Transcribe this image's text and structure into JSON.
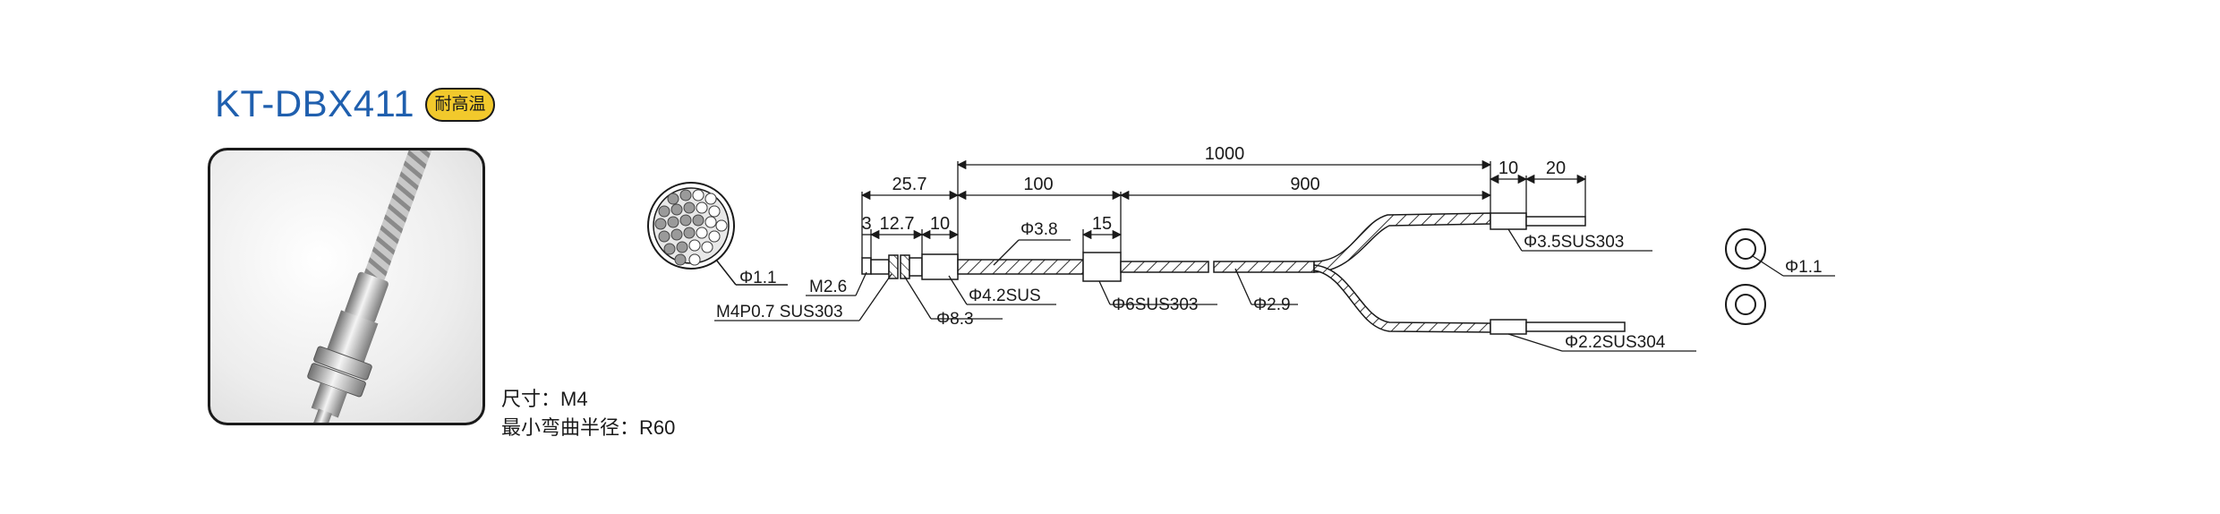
{
  "header": {
    "model": "KT-DBX411",
    "badge": "耐高温"
  },
  "specs": {
    "size": "尺寸：M4",
    "bend_radius": "最小弯曲半径：R60"
  },
  "drawing": {
    "fiber_section_label": "Φ1.1",
    "dim_total": "1000",
    "dim_25_7": "25.7",
    "dim_100": "100",
    "dim_900": "900",
    "dim_10_end": "10",
    "dim_20_end": "20",
    "dim_3": "3",
    "dim_12_7": "12.7",
    "dim_10": "10",
    "dim_15": "15",
    "phi_3_8": "Φ3.8",
    "m2_6": "M2.6",
    "thread": "M4P0.7 SUS303",
    "phi_4_2": "Φ4.2SUS",
    "phi_8_3": "Φ8.3",
    "phi_6": "Φ6SUS303",
    "phi_2_9": "Φ2.9",
    "phi_3_5": "Φ3.5SUS303",
    "phi_2_2": "Φ2.2SUS304",
    "end_label": "Φ1.1"
  },
  "colors": {
    "title": "#1f5fae",
    "badge": "#f2c92c",
    "line": "#1a1a1a"
  }
}
